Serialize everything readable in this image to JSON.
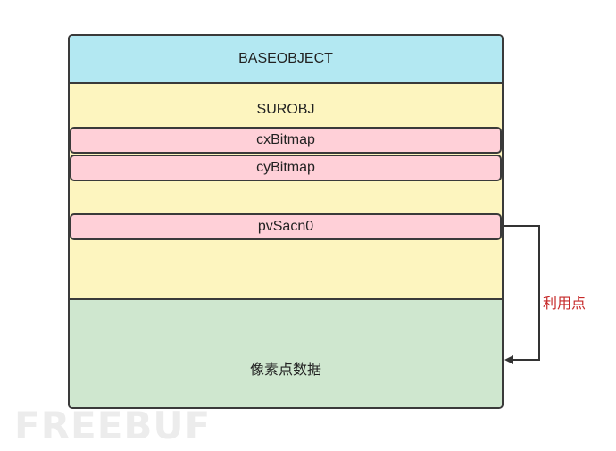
{
  "diagram": {
    "blocks": {
      "baseobject": "BASEOBJECT",
      "surobj": "SUROBJ",
      "cxbitmap": "cxBitmap",
      "cybitmap": "cyBitmap",
      "pvscan0": "pvSacn0",
      "pixel_data": "像素点数据"
    },
    "annotation": "利用点",
    "watermark": "FREEBUF",
    "colors": {
      "baseobject": "#b3e8f2",
      "surobj": "#fdf5bf",
      "field": "#ffd0d8",
      "pixel_data": "#cfe7cf",
      "annotation": "#c62828"
    }
  }
}
